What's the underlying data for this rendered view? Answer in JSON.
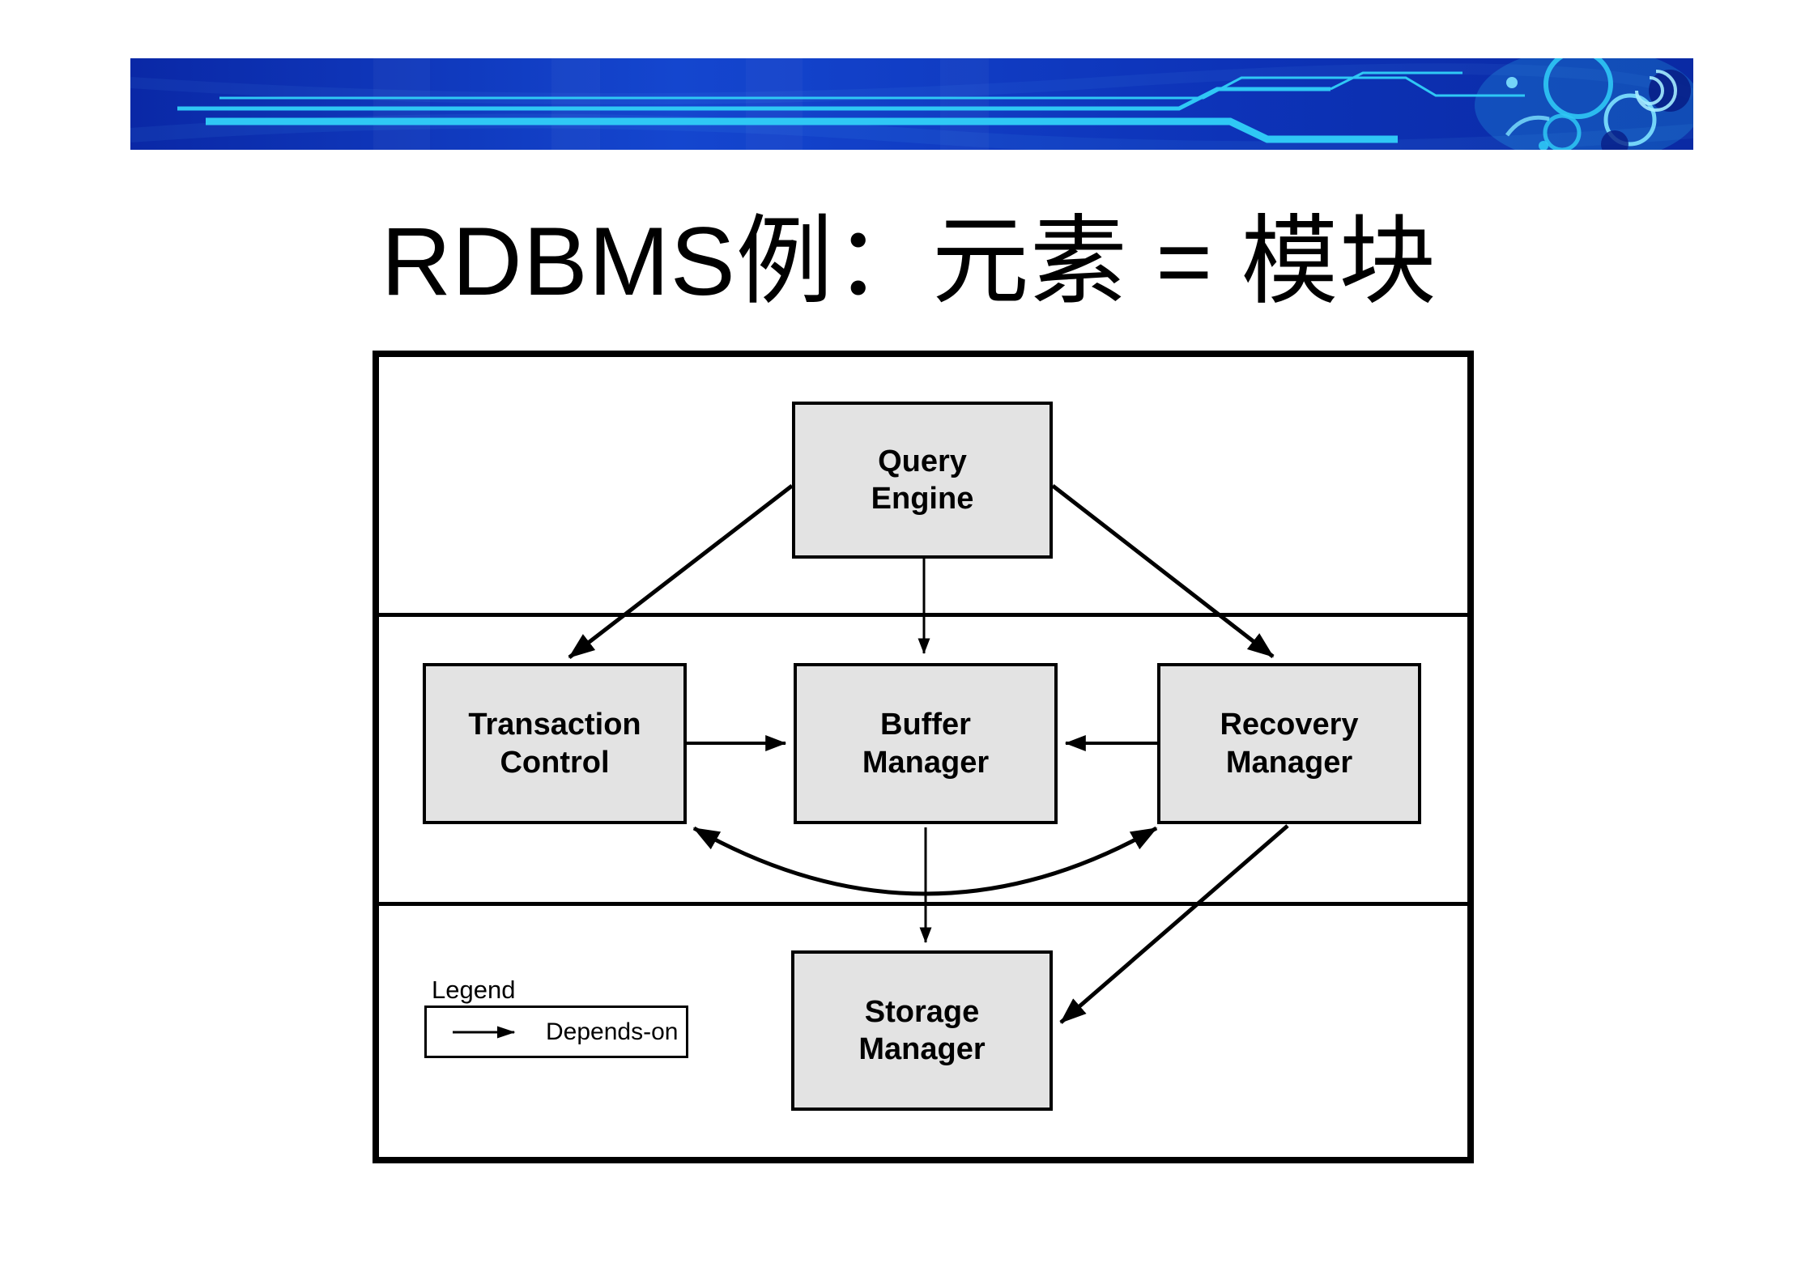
{
  "title": {
    "text": "RDBMS例：元素 = 模块"
  },
  "banner": {
    "background_color": "#0d2fb4",
    "trace_color": "#2fc8f5",
    "description": "blue tech banner with cyan circuit traces and swirl ornament"
  },
  "diagram": {
    "relation_type": "Depends-on",
    "node_fill_color": "#e3e3e3",
    "node_border_color": "#000000",
    "nodes": {
      "query_engine": {
        "line1": "Query",
        "line2": "Engine"
      },
      "transaction_control": {
        "line1": "Transaction",
        "line2": "Control"
      },
      "buffer_manager": {
        "line1": "Buffer",
        "line2": "Manager"
      },
      "recovery_manager": {
        "line1": "Recovery",
        "line2": "Manager"
      },
      "storage_manager": {
        "line1": "Storage",
        "line2": "Manager"
      }
    },
    "edges": [
      "Query Engine → Transaction Control",
      "Query Engine → Buffer Manager",
      "Query Engine → Recovery Manager",
      "Transaction Control → Buffer Manager",
      "Recovery Manager → Buffer Manager",
      "Transaction Control ↔ Recovery Manager",
      "Buffer Manager → Storage Manager",
      "Recovery Manager → Storage Manager"
    ],
    "legend": {
      "title": "Legend",
      "depends_label": "Depends-on"
    }
  }
}
